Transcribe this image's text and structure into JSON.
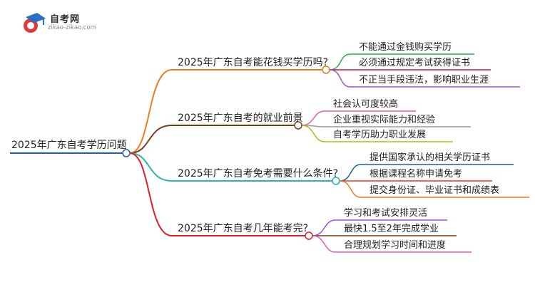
{
  "logo": {
    "name": "自考网",
    "site": "zikao-zikao.com"
  },
  "mindmap": {
    "root": "2025年广东自考学历问题",
    "branches": [
      {
        "title": "2025年广东自考能花钱买学历吗?",
        "color": "#ee7d1f",
        "leaves": [
          "不能通过金钱购买学历",
          "必须通过规定考试获得证书",
          "不正当手段违法，影响职业生涯"
        ],
        "leaf_colors": [
          "#2fa84f",
          "#c8102e",
          "#9b51e0"
        ]
      },
      {
        "title": "2025年广东自考的就业前景",
        "color": "#7a3e1c",
        "leaves": [
          "社会认可度较高",
          "企业重视实际能力和经验",
          "自考学历助力职业发展"
        ],
        "leaf_colors": [
          "#e85aa0",
          "#9a9a9a",
          "#b5b51a"
        ]
      },
      {
        "title": "2025年广东自考免考需要什么条件?",
        "color": "#27b3b8",
        "leaves": [
          "提供国家承认的相关学历证书",
          "根据课程名称申请免考",
          "提交身份证、毕业证书和成绩表"
        ],
        "leaf_colors": [
          "#1f5fa8",
          "#e8322e",
          "#ee7d1f"
        ]
      },
      {
        "title": "2025年广东自考几年能考完?",
        "color": "#dd1f26",
        "leaves": [
          "学习和考试安排灵活",
          "最快1.5至2年完成学业",
          "合理规划学习时间和进度"
        ],
        "leaf_colors": [
          "#9b51e0",
          "#7a3e1c",
          "#e85aa0"
        ]
      }
    ]
  }
}
